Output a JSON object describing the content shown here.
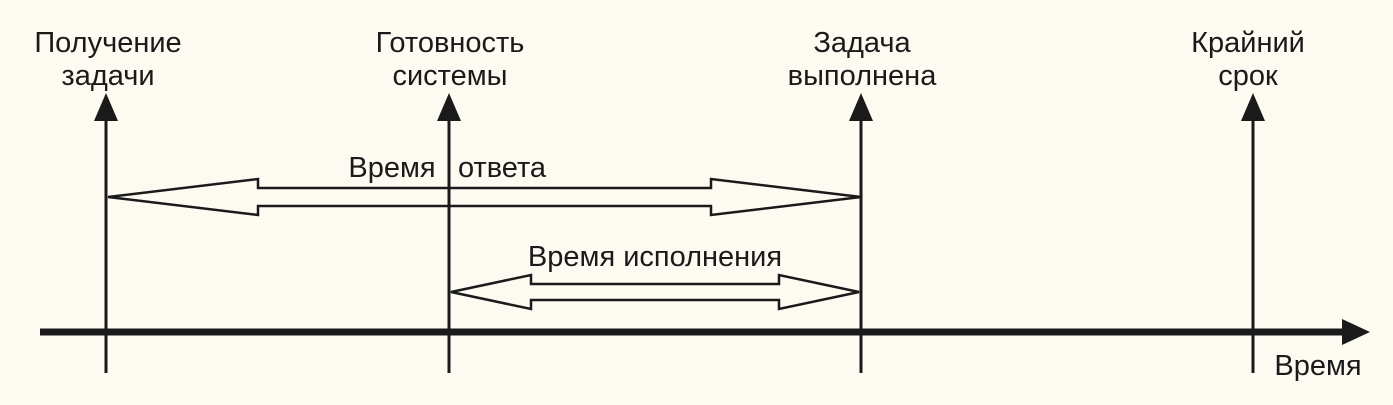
{
  "events": [
    {
      "id": "task-received",
      "lines": [
        "Получение",
        "задачи"
      ]
    },
    {
      "id": "system-ready",
      "lines": [
        "Готовность",
        "системы"
      ]
    },
    {
      "id": "task-done",
      "lines": [
        "Задача",
        "выполнена"
      ]
    },
    {
      "id": "deadline",
      "lines": [
        "Крайний",
        "срок"
      ]
    }
  ],
  "intervals": {
    "response_word1": "Время",
    "response_word2": "ответа",
    "execution": "Время исполнения"
  },
  "axis": {
    "label": "Время"
  },
  "colors": {
    "ink": "#1a1a1a",
    "background": "#fdfaf2"
  }
}
